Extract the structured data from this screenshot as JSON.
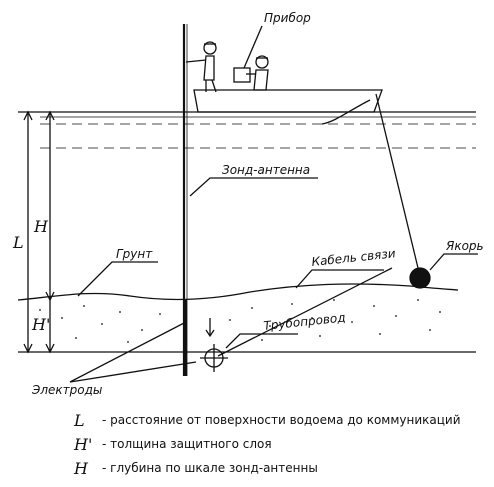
{
  "diagram": {
    "labels": {
      "device": "Прибор",
      "antenna": "Зонд-антенна",
      "soil": "Грунт",
      "cable": "Кабель связи",
      "anchor": "Якорь",
      "pipeline": "Трубопровод",
      "electrodes": "Электроды"
    },
    "dimensions": {
      "L": "L",
      "H": "H",
      "H_prime": "H'"
    }
  },
  "legend": [
    {
      "symbol": "L",
      "text": "- расстояние от поверхности водоема до коммуникаций"
    },
    {
      "symbol": "H'",
      "text": "- толщина защитного слоя"
    },
    {
      "symbol": "H",
      "text": "- глубина по шкале зонд-антенны"
    }
  ],
  "colors": {
    "ink": "#111111",
    "background": "#ffffff"
  }
}
